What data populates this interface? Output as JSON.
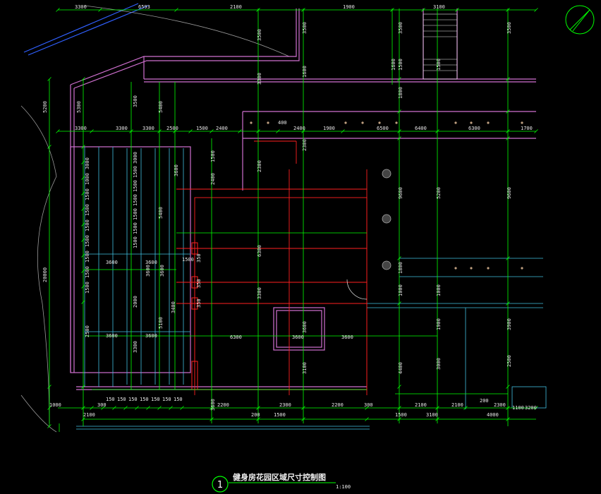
{
  "drawing": {
    "title": "健身房花园区域尺寸控制图",
    "detail_number": "1",
    "scale": "1:100",
    "north_arrow": "north-arrow-symbol"
  },
  "colors": {
    "background": "#000000",
    "dimension": "#00ff00",
    "wall": "#d070d0",
    "axis": "#ff2020",
    "outline": "#40c0e0",
    "boundary": "#3060ff",
    "text": "#e8e8e8"
  },
  "dimensions": {
    "top_row": [
      "3300",
      "6593",
      "2100",
      "1900",
      "3100"
    ],
    "main_axis_row": [
      "3300",
      "3300",
      "3300",
      "2500",
      "1500",
      "2400",
      "400",
      "2400",
      "1900",
      "6500",
      "6300",
      "6400",
      "1700"
    ],
    "left_column": [
      "5200",
      "5300",
      "20000",
      "3000",
      "1000",
      "1500",
      "1500",
      "1500",
      "1500",
      "1500",
      "1500",
      "1500",
      "2500"
    ],
    "inner_columns": [
      "3500",
      "5400",
      "3600",
      "5400",
      "3000",
      "1500",
      "1500",
      "1500",
      "1500",
      "1500",
      "1500",
      "3600",
      "3600",
      "2000",
      "5100",
      "3300",
      "3400"
    ],
    "middle_labels": [
      "1500",
      "3500",
      "3500",
      "2400",
      "2300",
      "2300",
      "1500",
      "6300",
      "3600",
      "6300",
      "3600",
      "3300",
      "3600",
      "3600",
      "4400",
      "3100"
    ],
    "right_columns": [
      "3300",
      "1600",
      "1600",
      "1800",
      "1500",
      "1500",
      "3500",
      "3500",
      "5200",
      "9600",
      "9600",
      "1000",
      "1000",
      "1800",
      "1900",
      "2500",
      "3000",
      "3900"
    ],
    "bottom_row": [
      "1000",
      "2100",
      "300",
      "150",
      "150",
      "150",
      "150",
      "150",
      "150",
      "150",
      "2200",
      "2300",
      "200",
      "2200",
      "1500",
      "300",
      "2100",
      "2100",
      "1500",
      "3100",
      "4000",
      "2300",
      "200",
      "1100",
      "3200"
    ],
    "floor_labels": [
      "3600",
      "3600",
      "3600",
      "3600"
    ],
    "block_labels": [
      "350",
      "350",
      "350"
    ]
  }
}
